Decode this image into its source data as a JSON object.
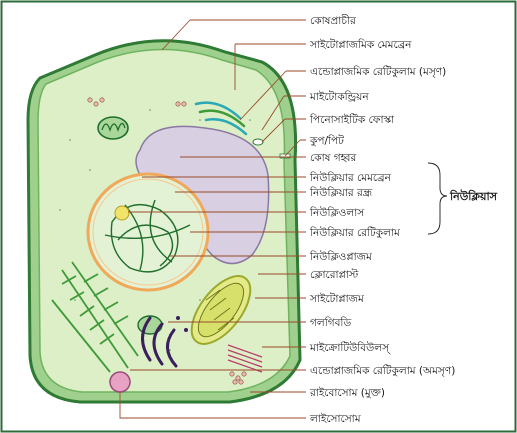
{
  "labels": {
    "cell_wall": "কোষপ্রাচীর",
    "cytoplasmic_membrane": "সাইটোপ্লাজমিক মেমব্রেন",
    "smooth_er": "এন্ডোপ্লাজমিক রেটিকুলাম (মসৃণ)",
    "mitochondria": "মাইটোকন্ড্রিয়ন",
    "pinocytotic_vesicle": "পিনোসাইটিক ফোস্কা",
    "pit": "কুপ/পিট",
    "vacuole": "কোষ গহ্বর",
    "nuclear_membrane": "নিউক্লিয়ার মেমব্রেন",
    "nuclear_pore": "নিউক্লিয়ার রন্ধ্র",
    "nucleolus": "নিউক্লিওলাস",
    "nuclear_reticulum": "নিউক্লিয়ার রেটিকুলাম",
    "nucleoplasm": "নিউক্লিওপ্লাজম",
    "chloroplast": "ক্লোরোপ্লাস্ট",
    "cytoplasm": "সাইটোপ্লাজম",
    "golgi": "গলগিবডি",
    "microtubule": "মাইক্রোটিউবিউলস্",
    "rough_er": "এন্ডোপ্লাজমিক রেটিকুলাম (অমসৃণ)",
    "ribosome": "রাইবোসোম (মুক্ত)",
    "lysosome": "লাইসোসোম"
  },
  "groups": {
    "nucleus": "নিউক্লিয়াস"
  },
  "colors": {
    "frame": "#2e6b3a",
    "cell_wall": "#4e9a45",
    "cytoplasm": "#dcefc6",
    "vacuole": "#d9cfe3",
    "nucleus_fill": "#e3f1d4",
    "nucleus_border": "#f0a85a",
    "leader": "#9b4a2a",
    "er_green": "#3f9a3a",
    "golgi": "#3a1f5c",
    "chloroplast": "#d6e06a",
    "lysosome": "#e8a2c4"
  }
}
